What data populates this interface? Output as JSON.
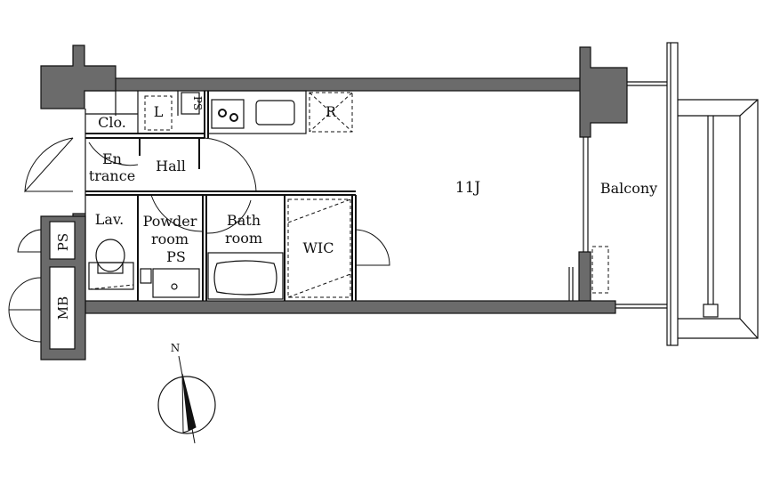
{
  "rooms": {
    "closet": "Clo.",
    "laundry_space": "L",
    "pipe_space_top": "PS",
    "refrigerator_space": "R",
    "entrance_line1": "En",
    "entrance_line2": "trance",
    "hall": "Hall",
    "main_room": "11J",
    "balcony": "Balcony",
    "lavatory": "Lav.",
    "powder_room_line1": "Powder",
    "powder_room_line2": "room",
    "pipe_space_powder": "PS",
    "bath_room_line1": "Bath",
    "bath_room_line2": "room",
    "walk_in_closet": "WIC",
    "pipe_space_outside": "PS",
    "meter_box": "MB"
  },
  "compass": {
    "north": "N"
  }
}
